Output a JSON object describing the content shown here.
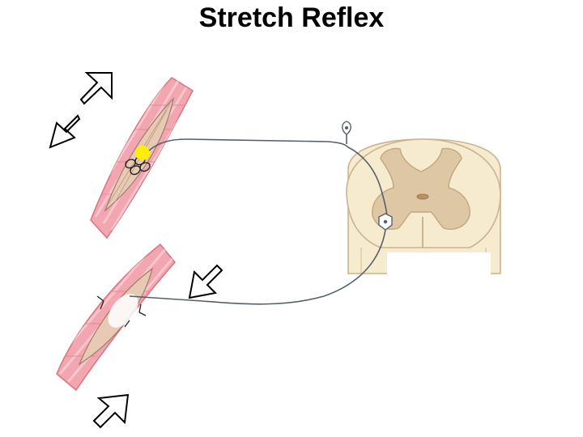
{
  "slide": {
    "title": "Stretch Reflex"
  },
  "colors": {
    "muscle_fill": "#f2a6b0",
    "muscle_stripe": "#f7c6cc",
    "muscle_edge": "#d9747f",
    "muscle_core": "#e8c9b3",
    "spinal_white_matter": "#f6ebcf",
    "spinal_gray_matter": "#ddc7a4",
    "spinal_outline": "#c9b48e",
    "nerve": "#55606a",
    "receptor_highlight": "#ffee00",
    "arrow_fill": "#ffffff",
    "arrow_stroke": "#000000"
  },
  "icons": {
    "stretch_arrows": "hollow-block-arrow",
    "sensory_ganglion": "teardrop-neuron-body",
    "motor_neuron": "star-neuron-body"
  }
}
